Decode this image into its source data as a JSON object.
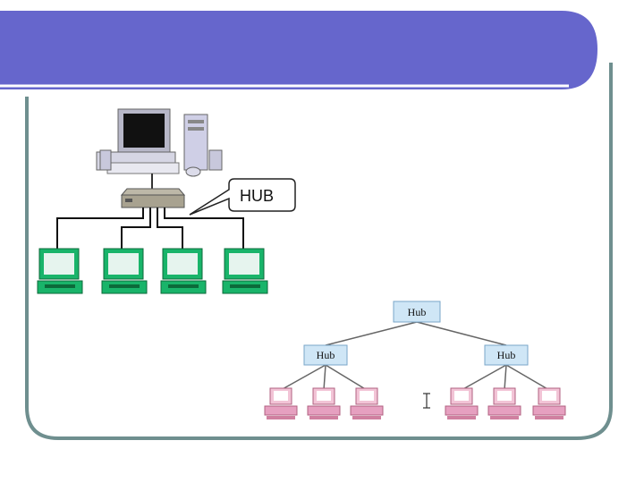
{
  "slide": {
    "colors": {
      "title_bar": "#6666cc",
      "frame": "#6f8f8f",
      "green_screen": "#19b46a",
      "pink_pc": "#e6a0c0",
      "hub_box": "#cfe6f6"
    }
  },
  "top_diagram": {
    "callout_label": "HUB",
    "client_count": 4
  },
  "tree_diagram": {
    "root_label": "Hub",
    "child_hubs": [
      {
        "label": "Hub"
      },
      {
        "label": "Hub"
      }
    ],
    "computers_per_hub": 3
  },
  "cursor": {
    "icon": "text-cursor-icon"
  }
}
